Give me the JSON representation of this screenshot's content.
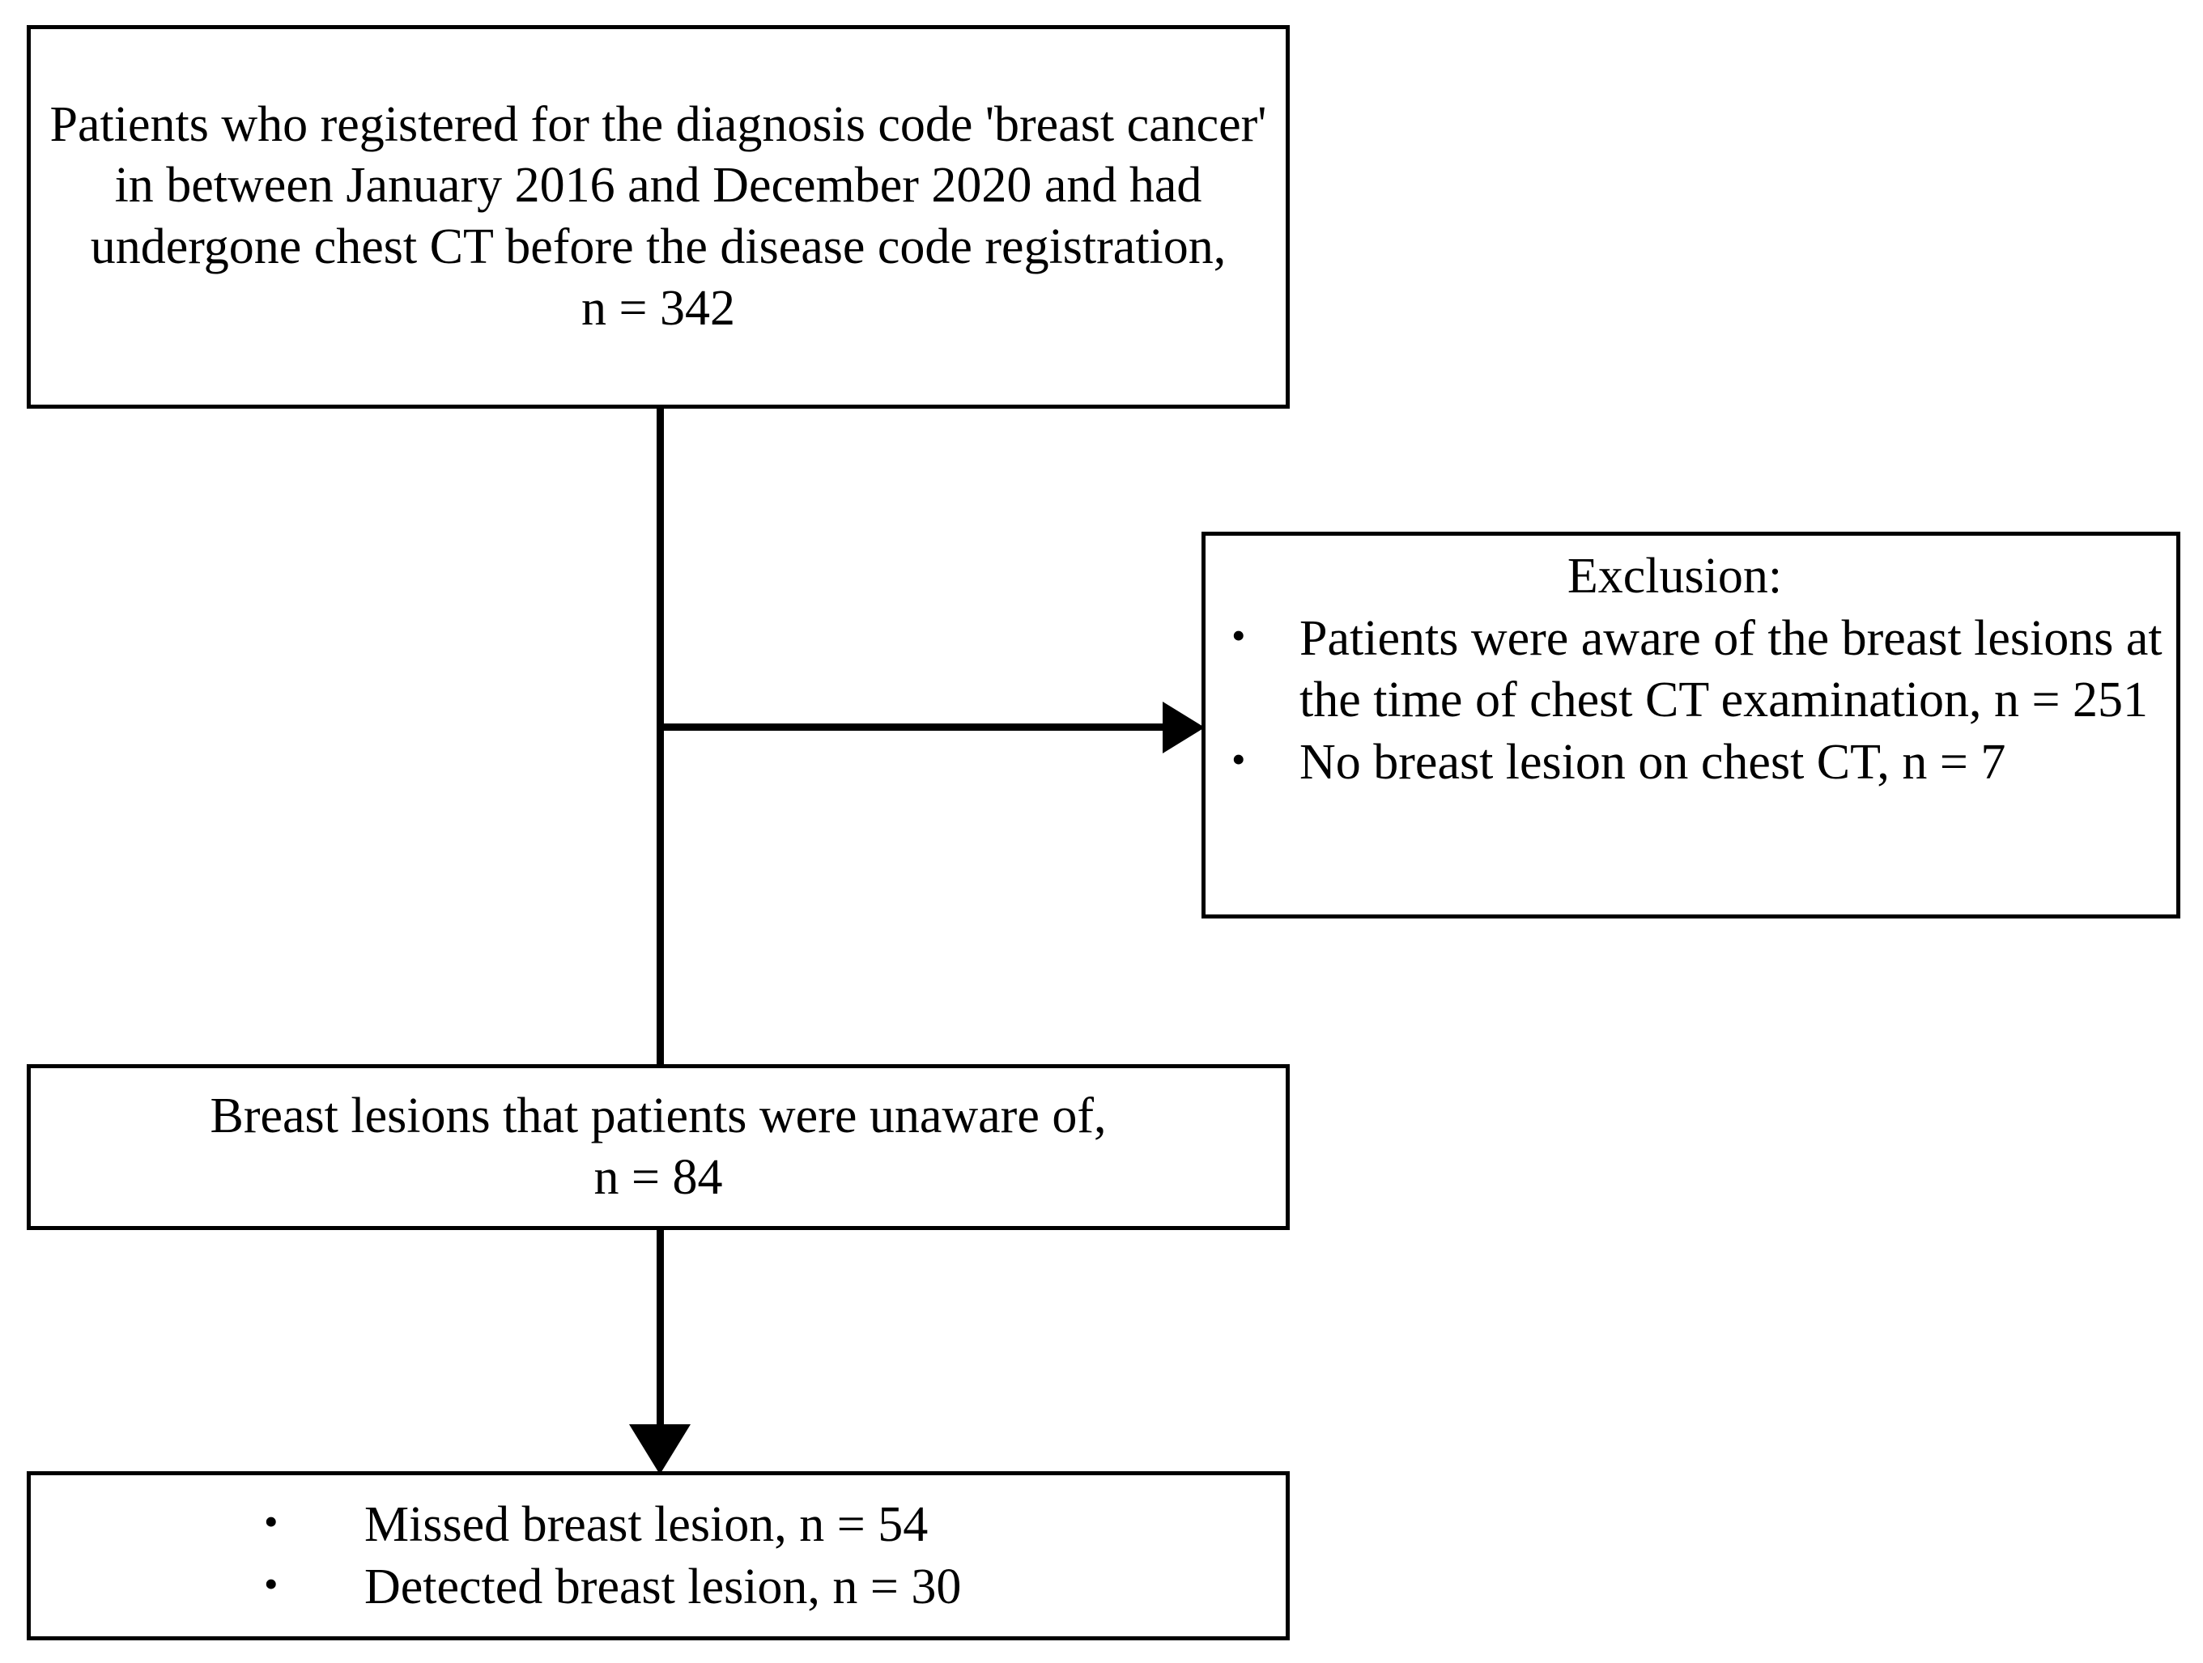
{
  "diagram": {
    "type": "patient-selection-flowchart",
    "title": "",
    "colors": {
      "stroke": "#000000",
      "background": "#ffffff",
      "text": "#000000"
    },
    "nodes": {
      "registered": {
        "label": "Patients who registered for the diagnosis code 'breast cancer' in between January 2016 and December 2020 and had undergone chest CT before the disease code registration,\nn = 342",
        "count": 342
      },
      "exclusion": {
        "title": "Exclusion:",
        "items": [
          {
            "label": "Patients were aware of the breast lesions at the time of chest CT examination, n = 251",
            "count": 251
          },
          {
            "label": "No breast lesion on chest CT, n = 7",
            "count": 7
          }
        ]
      },
      "unaware": {
        "label": "Breast lesions that patients were unaware of,\nn = 84",
        "count": 84
      },
      "outcomes": {
        "items": [
          {
            "label": "Missed breast lesion, n = 54",
            "count": 54
          },
          {
            "label": "Detected breast lesion, n = 30",
            "count": 30
          }
        ]
      }
    },
    "edges": [
      {
        "from": "registered",
        "to": "exclusion",
        "direction": "right",
        "arrowhead": true
      },
      {
        "from": "registered",
        "to": "unaware",
        "direction": "down",
        "arrowhead": false
      },
      {
        "from": "unaware",
        "to": "outcomes",
        "direction": "down",
        "arrowhead": true
      }
    ]
  }
}
